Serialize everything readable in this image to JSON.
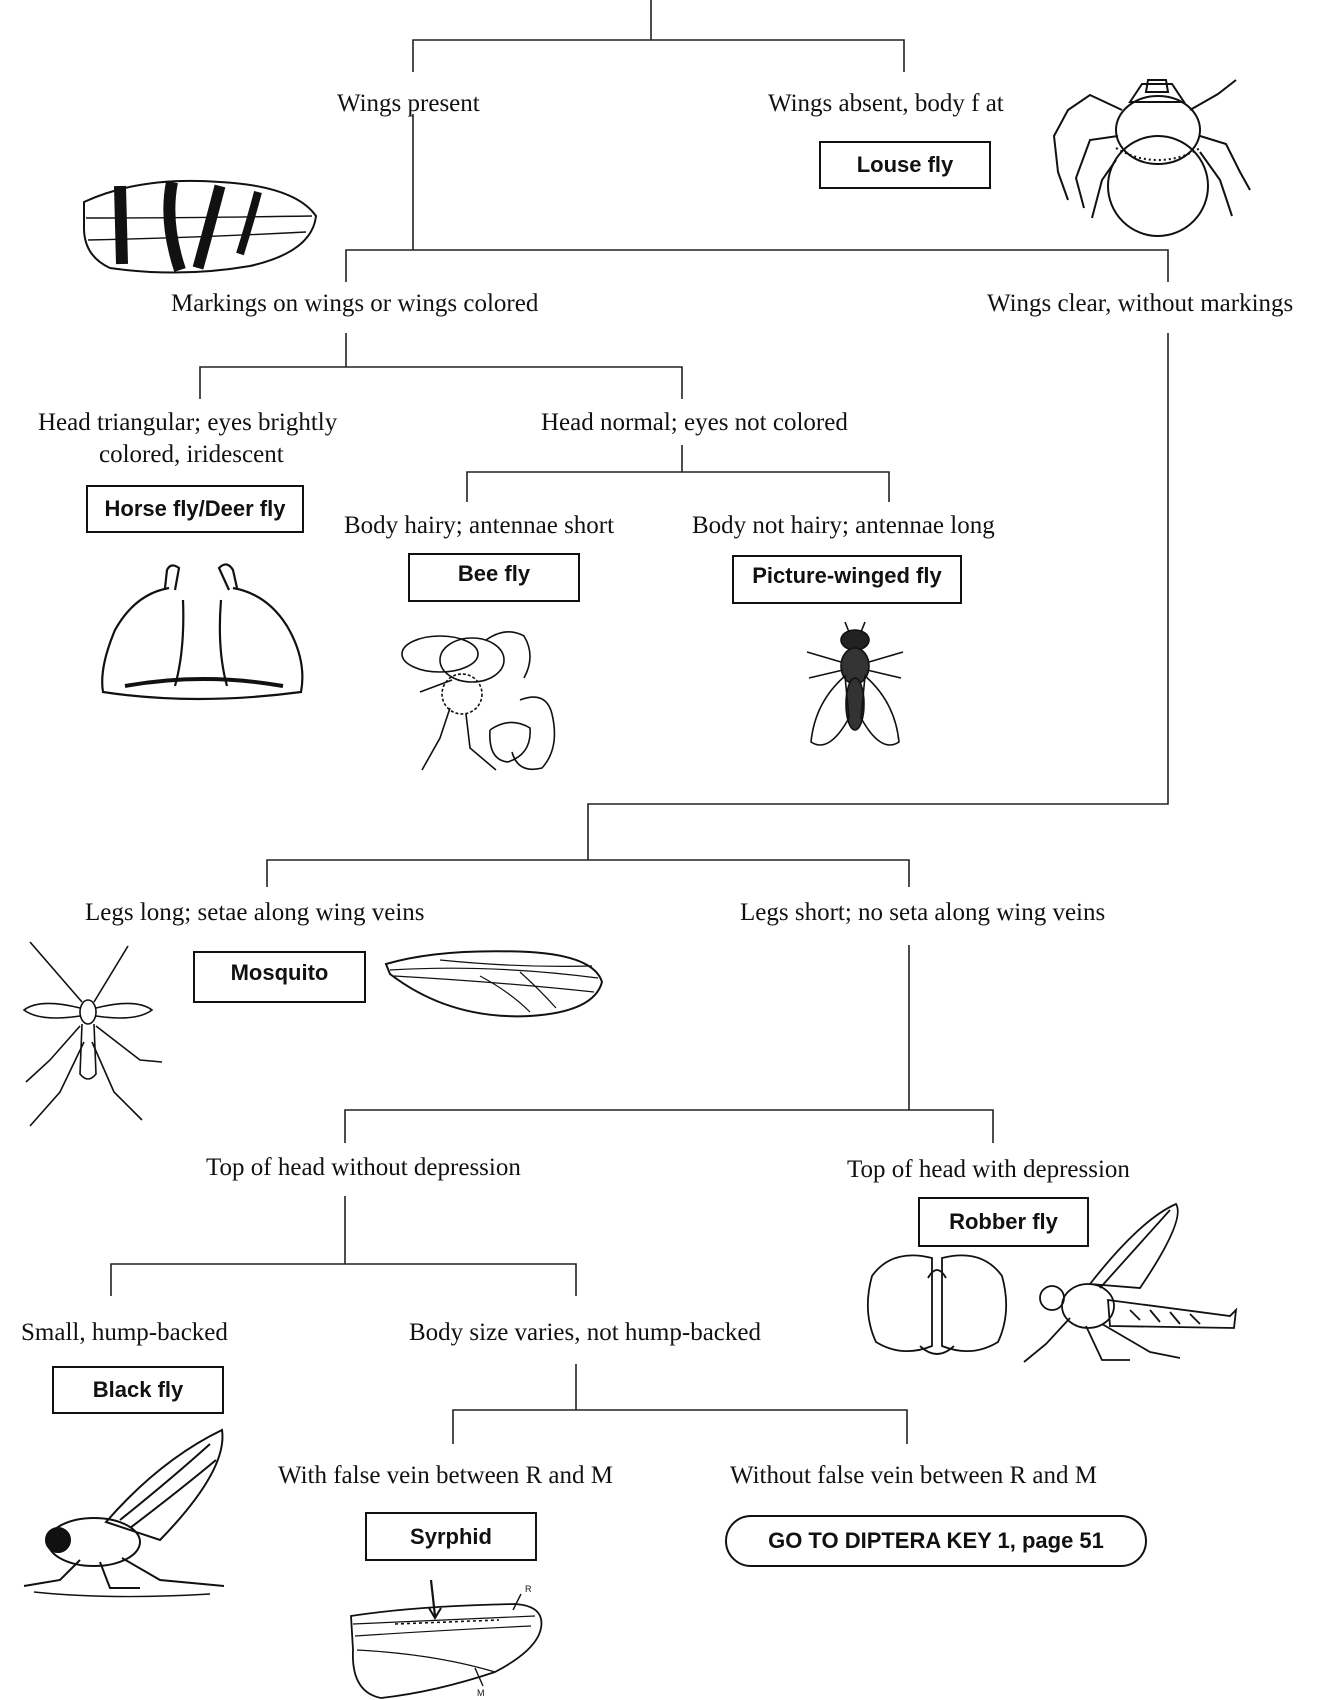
{
  "nodes": {
    "wings_present": "Wings present",
    "wings_absent": "Wings absent, body f at",
    "markings": "Markings on wings or wings colored",
    "clear": "Wings clear, without markings",
    "head_tri_1": "Head triangular; eyes brightly",
    "head_tri_2": "colored, iridescent",
    "head_normal": "Head normal; eyes not colored",
    "hairy": "Body hairy; antennae short",
    "not_hairy": "Body not hairy; antennae long",
    "legs_long": "Legs long; setae along wing veins",
    "legs_short": "Legs short; no seta along wing veins",
    "top_without": "Top of head without depression",
    "top_with": "Top of head with depression",
    "small_hump": "Small, hump-backed",
    "body_varies": "Body size varies, not hump-backed",
    "with_false": "With false vein between R and M",
    "without_false": "Without false vein between R and M"
  },
  "results": {
    "louse": "Louse fly",
    "horse": "Horse fly/Deer fly",
    "bee": "Bee fly",
    "picture": "Picture-winged fly",
    "mosquito": "Mosquito",
    "robber": "Robber fly",
    "black": "Black fly",
    "syrphid": "Syrphid",
    "goto": "GO TO DIPTERA KEY 1, page 51"
  },
  "wing_labels": {
    "r": "R",
    "m": "M"
  }
}
